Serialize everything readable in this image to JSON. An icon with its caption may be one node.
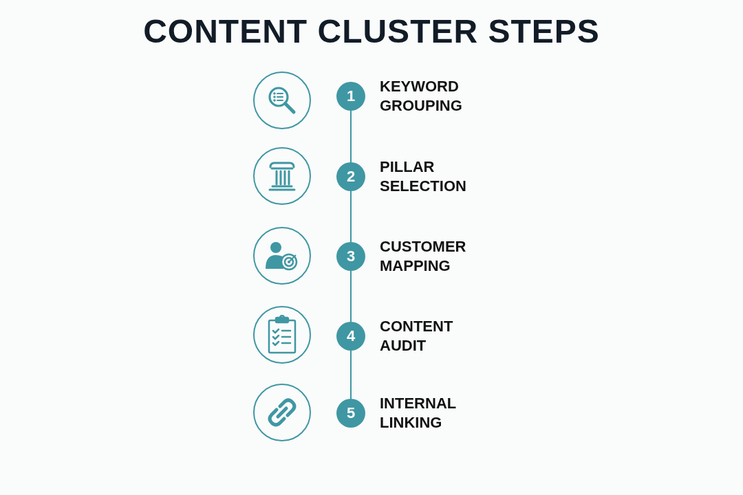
{
  "diagram": {
    "title": "CONTENT CLUSTER STEPS",
    "nodes": [
      {
        "text": [],
        "shape": "circle"
      },
      {
        "text": [
          "1"
        ],
        "beside": [
          "KEYWORD GROUPING"
        ]
      },
      {
        "text": [],
        "shape": "circle"
      },
      {
        "text": [
          "2"
        ],
        "beside": [
          "PILLAR SELECTION"
        ]
      },
      {
        "text": [],
        "shape": "circle"
      },
      {
        "text": [
          "3"
        ],
        "beside": [
          "CUSTOMER MAPPING"
        ]
      },
      {
        "text": [],
        "shape": "circle"
      },
      {
        "text": [
          "4"
        ],
        "beside": [
          "CONTENT AUDIT"
        ]
      },
      {
        "text": [],
        "shape": "circle"
      },
      {
        "text": [
          "5"
        ],
        "beside": [
          "INTERNAL LINKING"
        ]
      }
    ],
    "edges": [
      {
        "from": 1,
        "to": 3,
        "arrow": "none"
      },
      {
        "from": 3,
        "to": 5,
        "arrow": "none"
      },
      {
        "from": 5,
        "to": 7,
        "arrow": "none"
      },
      {
        "from": 7,
        "to": 9,
        "arrow": "none"
      }
    ]
  }
}
